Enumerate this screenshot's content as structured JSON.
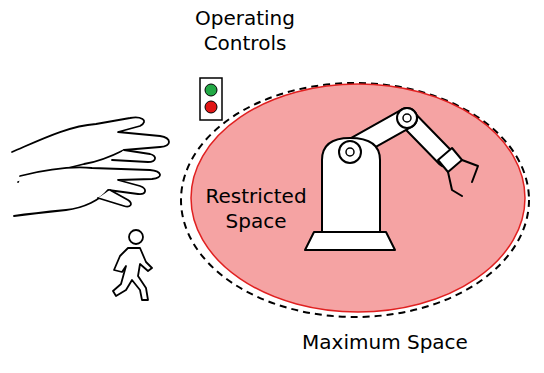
{
  "diagram": {
    "nodes": [
      {
        "text": [
          "Maximum Space"
        ]
      },
      {
        "text": [
          "Restricted Space"
        ],
        "in": 0
      }
    ],
    "labels": [
      "Operating Controls"
    ]
  }
}
